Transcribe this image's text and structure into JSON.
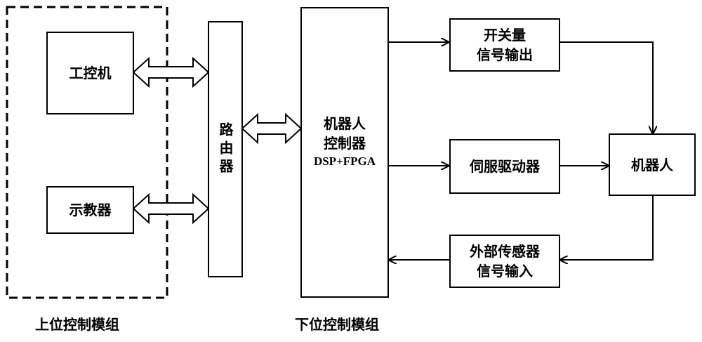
{
  "upper_module": {
    "caption": "上位控制模组"
  },
  "lower_module": {
    "caption": "下位控制模组"
  },
  "blocks": {
    "ipc": "工控机",
    "teach_pendant": "示教器",
    "router": "路由器",
    "controller_line1": "机器人",
    "controller_line2": "控制器",
    "controller_line3": "DSP+FPGA",
    "switch_output_line1": "开关量",
    "switch_output_line2": "信号输出",
    "servo_driver": "伺服驱动器",
    "robot": "机器人",
    "sensor_input_line1": "外部传感器",
    "sensor_input_line2": "信号输入"
  }
}
